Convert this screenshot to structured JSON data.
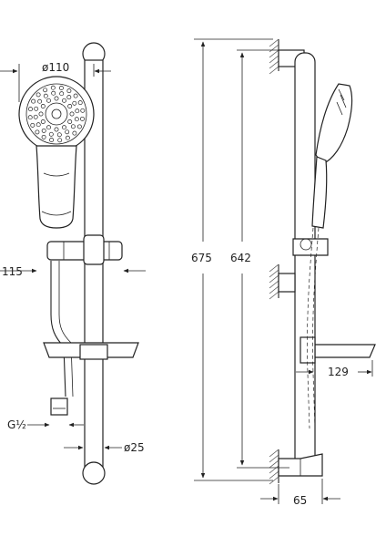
{
  "dimensions": {
    "head_diameter": "ø110",
    "holder_offset": "115",
    "connection_thread": "G½",
    "rail_diameter": "ø25",
    "total_height": "675",
    "rail_height": "642",
    "soap_dish_projection": "129",
    "wall_clearance": "65"
  }
}
